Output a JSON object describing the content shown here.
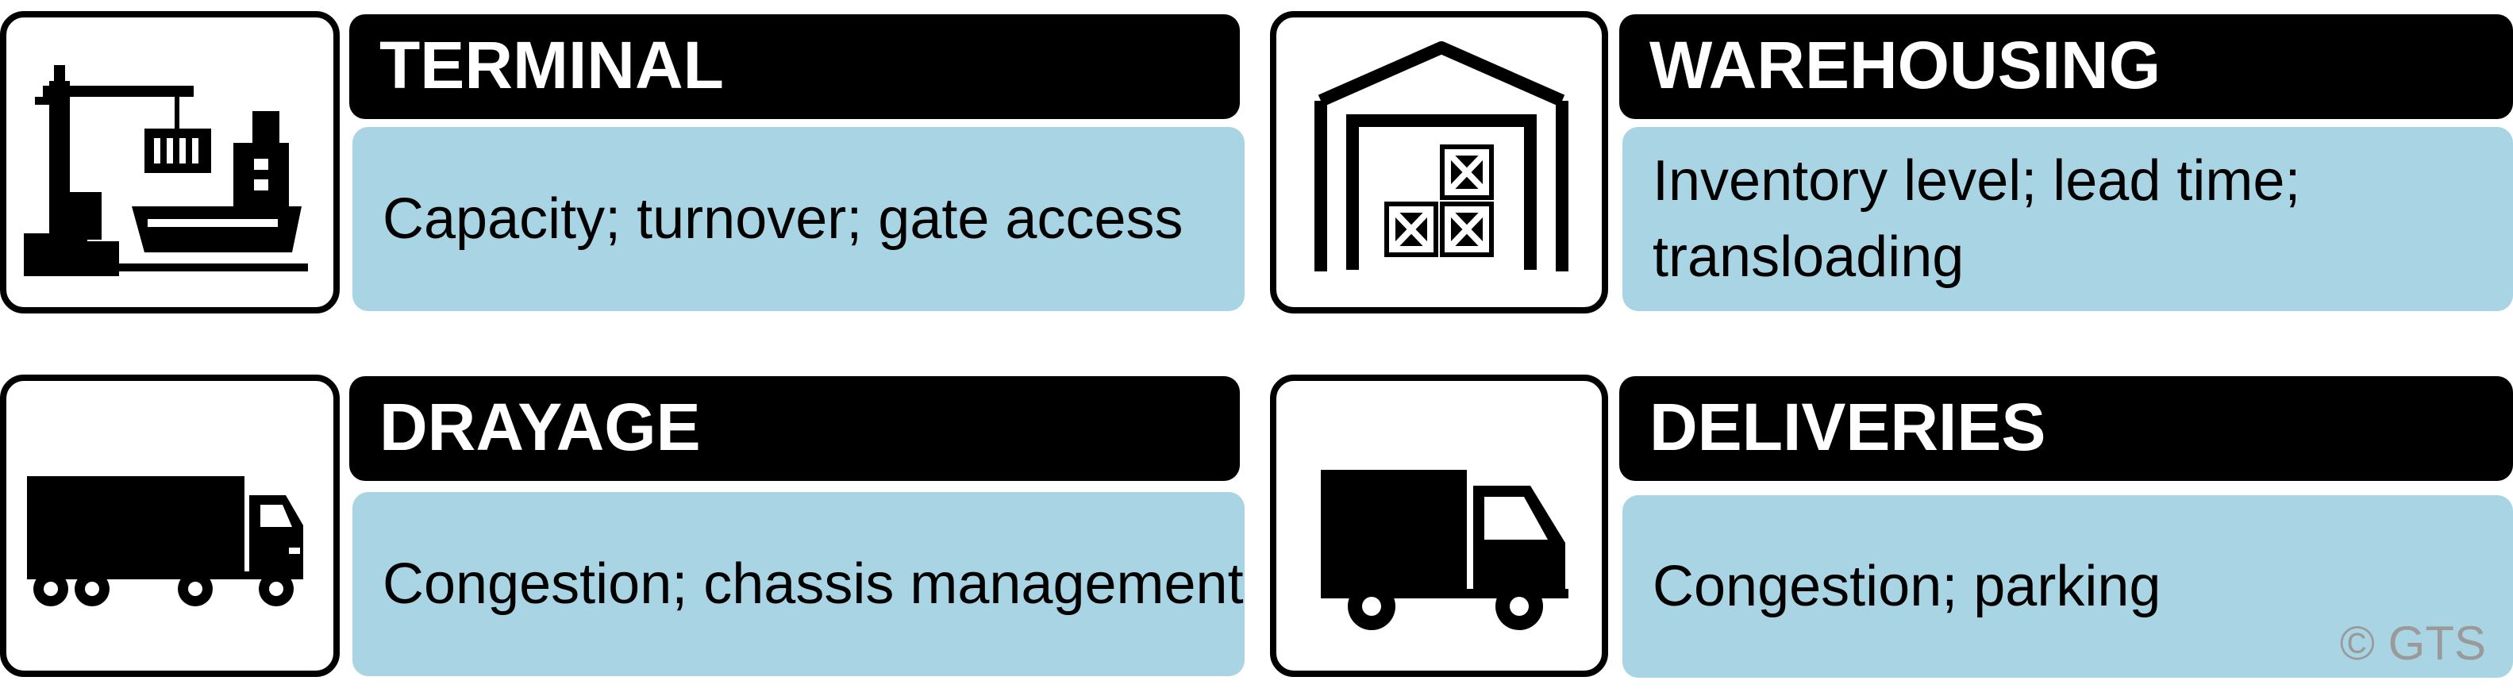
{
  "colors": {
    "title_bg": "#000000",
    "title_text": "#ffffff",
    "desc_bg": "#a8d4e4",
    "icon_border": "#000000",
    "copyright_text": "#9a9a9a"
  },
  "panels": [
    {
      "icon": "port-crane-ship-icon",
      "title": "TERMINAL",
      "description": "Capacity; turnover; gate access"
    },
    {
      "icon": "warehouse-icon",
      "title": "WAREHOUSING",
      "description": "Inventory level; lead time; transloading"
    },
    {
      "icon": "tractor-trailer-icon",
      "title": "DRAYAGE",
      "description": "Congestion; chassis management"
    },
    {
      "icon": "delivery-truck-icon",
      "title": "DELIVERIES",
      "description": "Congestion; parking"
    }
  ],
  "copyright": "© GTS"
}
